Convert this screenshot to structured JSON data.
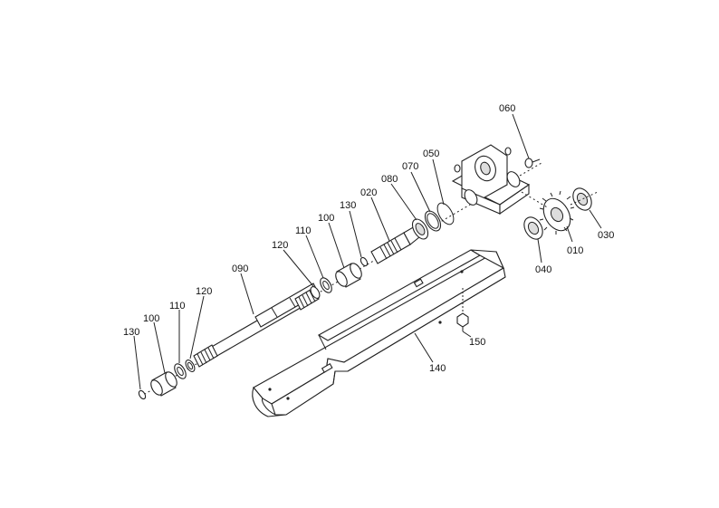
{
  "diagram": {
    "callouts": [
      {
        "id": "c060",
        "label": "060"
      },
      {
        "id": "c050",
        "label": "050"
      },
      {
        "id": "c070",
        "label": "070"
      },
      {
        "id": "c080",
        "label": "080"
      },
      {
        "id": "c020",
        "label": "020"
      },
      {
        "id": "c130a",
        "label": "130"
      },
      {
        "id": "c100a",
        "label": "100"
      },
      {
        "id": "c110a",
        "label": "110"
      },
      {
        "id": "c120a",
        "label": "120"
      },
      {
        "id": "c090",
        "label": "090"
      },
      {
        "id": "c120b",
        "label": "120"
      },
      {
        "id": "c110b",
        "label": "110"
      },
      {
        "id": "c100b",
        "label": "100"
      },
      {
        "id": "c130b",
        "label": "130"
      },
      {
        "id": "c010",
        "label": "010"
      },
      {
        "id": "c030",
        "label": "030"
      },
      {
        "id": "c040",
        "label": "040"
      },
      {
        "id": "c150",
        "label": "150"
      },
      {
        "id": "c140",
        "label": "140"
      }
    ]
  }
}
